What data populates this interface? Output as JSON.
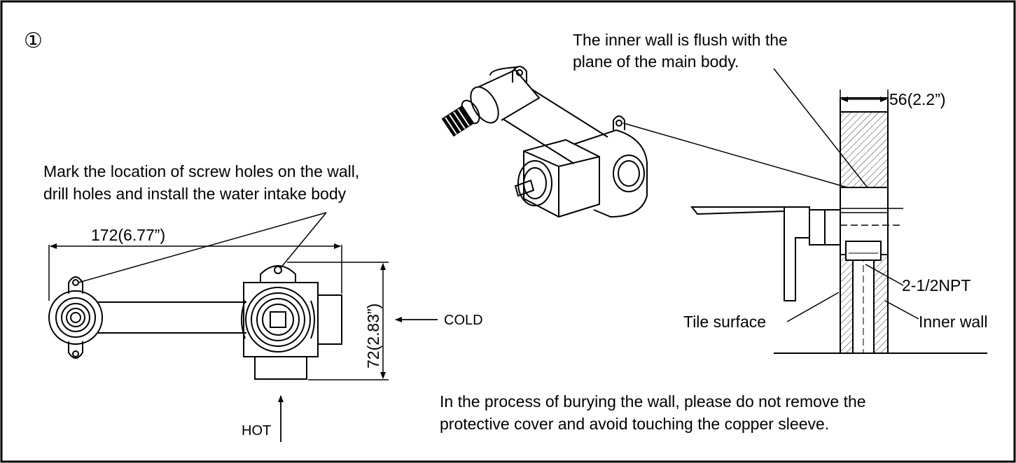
{
  "step_marker": "①",
  "notes": {
    "screw_holes_line1": "Mark the location of screw holes on the wall,",
    "screw_holes_line2": "drill holes and install the water intake body",
    "flush_line1": "The inner wall is flush with the",
    "flush_line2": "plane of the main body.",
    "burying_line1": "In the process of burying the wall, please do not remove the",
    "burying_line2": "protective cover and avoid touching the copper sleeve."
  },
  "dimensions": {
    "width": "172(6.77”)",
    "height": "72(2.83”)",
    "depth": "56(2.2”)"
  },
  "labels": {
    "cold": "COLD",
    "hot": "HOT",
    "npt": "2-1/2NPT",
    "tile_surface": "Tile surface",
    "inner_wall": "Inner wall"
  },
  "colors": {
    "line": "#000000",
    "background": "#ffffff"
  }
}
